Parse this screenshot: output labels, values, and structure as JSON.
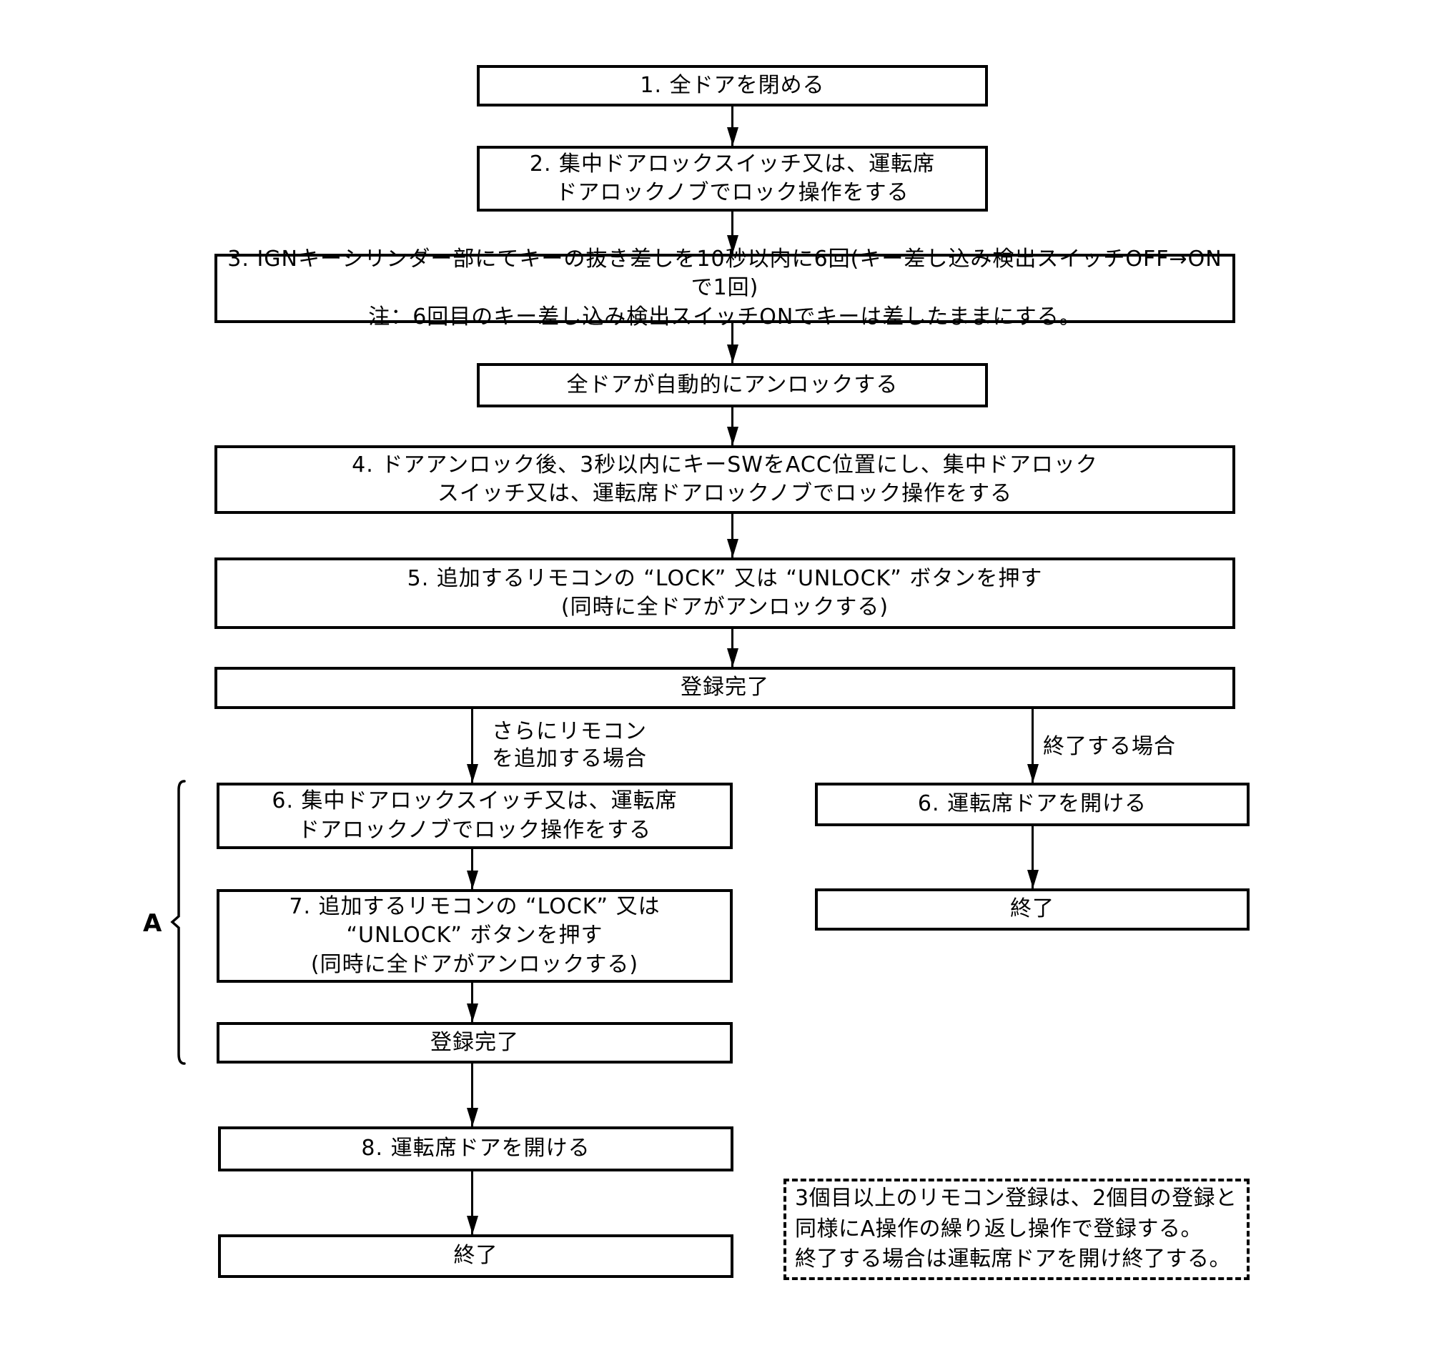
{
  "flow": {
    "nodes": {
      "step1": {
        "lines": [
          "1. 全ドアを閉める"
        ]
      },
      "step2": {
        "lines": [
          "2. 集中ドアロックスイッチ又は、運転席",
          "ドアロックノブでロック操作をする"
        ]
      },
      "step3": {
        "lines": [
          "3. IGNキーシリンダー部にてキーの抜き差しを10秒以内に6回(キー差し込み検出スイッチOFF→ONで1回)",
          "注：6回目のキー差し込み検出スイッチONでキーは差したままにする。"
        ]
      },
      "auto_unlock": {
        "lines": [
          "全ドアが自動的にアンロックする"
        ]
      },
      "step4": {
        "lines": [
          "4. ドアアンロック後、3秒以内にキーSWをACC位置にし、集中ドアロック",
          "スイッチ又は、運転席ドアロックノブでロック操作をする"
        ]
      },
      "step5": {
        "lines": [
          "5. 追加するリモコンの “LOCK” 又は “UNLOCK” ボタンを押す",
          "(同時に全ドアがアンロックする)"
        ]
      },
      "reg_done_1": {
        "lines": [
          "登録完了"
        ]
      },
      "left_step6": {
        "lines": [
          "6. 集中ドアロックスイッチ又は、運転席",
          "ドアロックノブでロック操作をする"
        ]
      },
      "left_step7": {
        "lines": [
          "7. 追加するリモコンの “LOCK” 又は",
          "“UNLOCK” ボタンを押す",
          "(同時に全ドアがアンロックする)"
        ]
      },
      "reg_done_2": {
        "lines": [
          "登録完了"
        ]
      },
      "left_step8": {
        "lines": [
          "8. 運転席ドアを開ける"
        ]
      },
      "left_end": {
        "lines": [
          "終了"
        ]
      },
      "right_step6": {
        "lines": [
          "6. 運転席ドアを開ける"
        ]
      },
      "right_end": {
        "lines": [
          "終了"
        ]
      }
    },
    "branch_labels": {
      "add_more": {
        "lines": [
          "さらにリモコン",
          "を追加する場合"
        ]
      },
      "finish": {
        "lines": [
          "終了する場合"
        ]
      }
    },
    "bracket_label": "A",
    "note": {
      "lines": [
        "3個目以上のリモコン登録は、2個目の登録と",
        "同様にA操作の繰り返し操作で登録する。",
        "終了する場合は運転席ドアを開け終了する。"
      ]
    }
  },
  "colors": {
    "line": "#000000",
    "background": "#ffffff"
  }
}
